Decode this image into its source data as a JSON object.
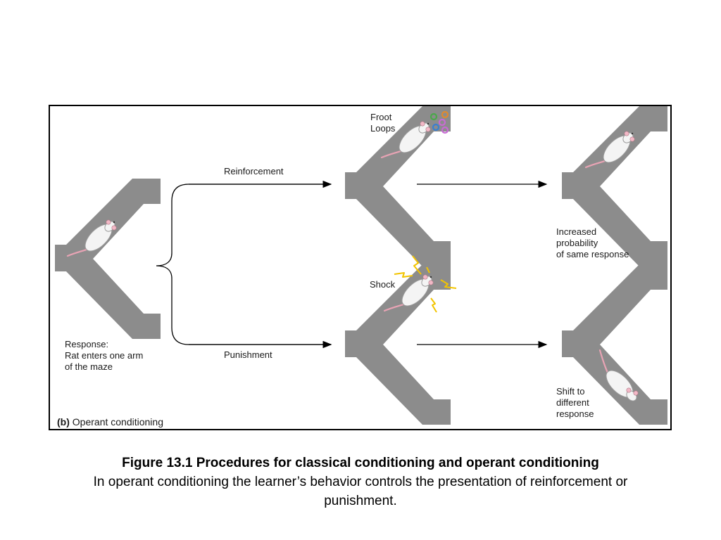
{
  "diagram": {
    "panel_letter": "(b)",
    "panel_title": "Operant conditioning",
    "labels": {
      "response": "Response:\nRat enters one arm\nof the maze",
      "reinforcement": "Reinforcement",
      "punishment": "Punishment",
      "froot_loops": "Froot\nLoops",
      "shock": "Shock",
      "increased": "Increased\nprobability\nof same response",
      "shift": "Shift to\ndifferent\nresponse"
    },
    "colors": {
      "maze": "#8c8c8c",
      "rat_body": "#f4f4f4",
      "rat_ear": "#f2b8c6",
      "shock_bolt": "#f2c400",
      "froot_loops": [
        "#c86bd4",
        "#e08a2e",
        "#4aa84a",
        "#3a7fd0",
        "#d6c02a"
      ]
    }
  },
  "caption": {
    "title": "Figure 13.1  Procedures for classical conditioning and operant conditioning",
    "body": "In operant conditioning the learner’s behavior controls the presentation of reinforcement or punishment."
  }
}
